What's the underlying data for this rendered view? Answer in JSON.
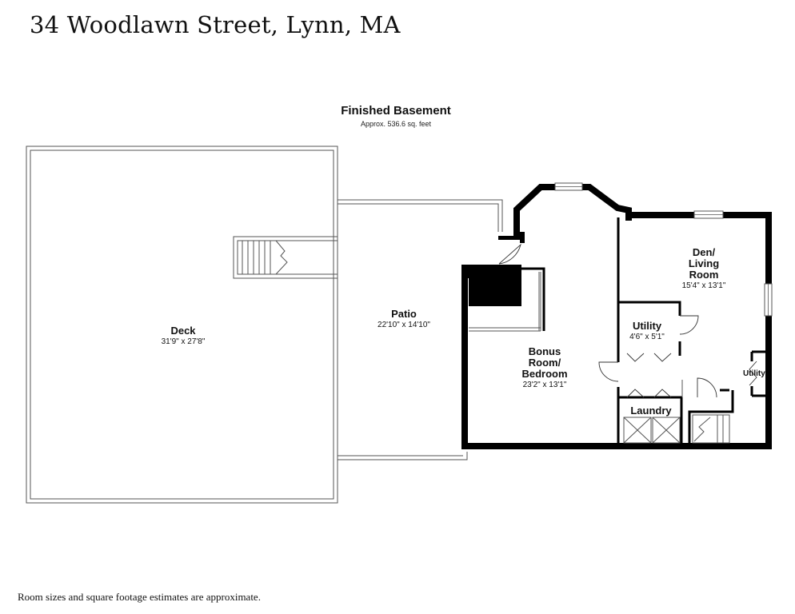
{
  "header": {
    "address": "34 Woodlawn Street, Lynn, MA"
  },
  "floor": {
    "name": "Finished Basement",
    "area": "Approx. 536.6 sq. feet"
  },
  "rooms": {
    "deck": {
      "name": "Deck",
      "dims": "31'9\" x 27'8\""
    },
    "patio": {
      "name": "Patio",
      "dims": "22'10\" x 14'10\""
    },
    "bonus": {
      "line1": "Bonus",
      "line2": "Room/",
      "line3": "Bedroom",
      "dims": "23'2\" x 13'1\""
    },
    "den": {
      "line1": "Den/",
      "line2": "Living",
      "line3": "Room",
      "dims": "15'4\" x 13'1\""
    },
    "utility": {
      "name": "Utility",
      "dims": "4'6\" x 5'1\""
    },
    "utility_closet": {
      "name": "Utility"
    },
    "laundry": {
      "name": "Laundry"
    }
  },
  "footer": {
    "disclaimer": "Room sizes and square footage estimates are approximate."
  }
}
